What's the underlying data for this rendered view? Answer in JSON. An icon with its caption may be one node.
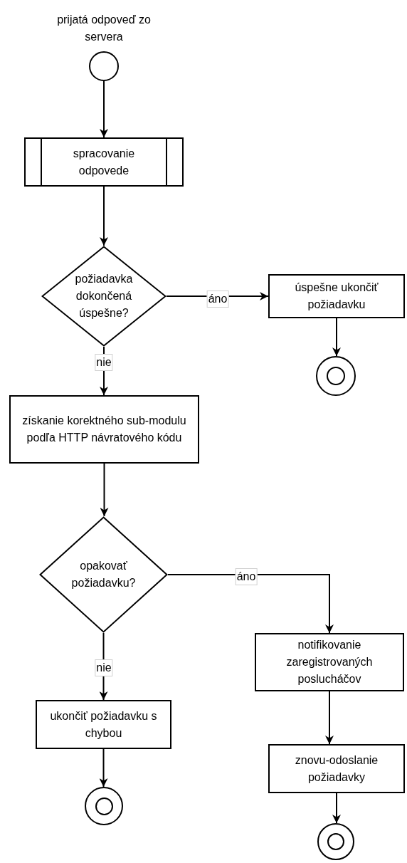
{
  "diagram": {
    "nodes": [
      {
        "text": [],
        "shape": "circle",
        "beside": [
          "prijatá odpoveď zo servera"
        ]
      },
      {
        "text": [
          "spracovanie odpovede"
        ]
      },
      {
        "text": [
          "požiadavka dokončená úspešne?"
        ]
      },
      {
        "text": [
          "úspešne ukončiť požiadavku"
        ]
      },
      {
        "text": [],
        "shape": "circle"
      },
      {
        "text": [
          "získanie korektného sub-modulu podľa HTTP návratového kódu"
        ]
      },
      {
        "text": [
          "opakovať požiadavku?"
        ]
      },
      {
        "text": [
          "notifikovanie zaregistrovaných poslucháčov"
        ]
      },
      {
        "text": [
          "ukončiť požiadavku s chybou"
        ]
      },
      {
        "text": [
          "znovu-odoslanie požiadavky"
        ]
      },
      {
        "text": [],
        "shape": "circle"
      },
      {
        "text": [],
        "shape": "circle"
      }
    ],
    "edges": [
      {
        "from": 0,
        "to": 1,
        "arrow": "to"
      },
      {
        "from": 1,
        "to": 2,
        "arrow": "to"
      },
      {
        "from": 2,
        "to": 3,
        "arrow": "to",
        "label": "áno"
      },
      {
        "from": 3,
        "to": 4,
        "arrow": "to"
      },
      {
        "from": 2,
        "to": 5,
        "arrow": "to",
        "label": "nie"
      },
      {
        "from": 5,
        "to": 6,
        "arrow": "to"
      },
      {
        "from": 6,
        "to": 7,
        "arrow": "to",
        "label": "áno"
      },
      {
        "from": 6,
        "to": 8,
        "arrow": "to",
        "label": "nie"
      },
      {
        "from": 7,
        "to": 9,
        "arrow": "to"
      },
      {
        "from": 8,
        "to": 10,
        "arrow": "to"
      },
      {
        "from": 9,
        "to": 11,
        "arrow": "to"
      }
    ]
  }
}
